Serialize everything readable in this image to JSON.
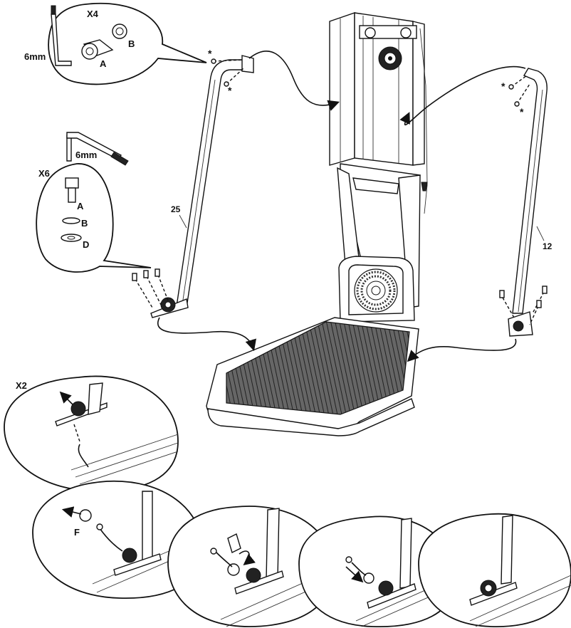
{
  "labels": {
    "top_bubble_qty": "X4",
    "top_bubble_tool": "6mm",
    "top_bubble_part_a": "A",
    "top_bubble_part_b": "B",
    "left_bubble_qty": "X6",
    "left_bubble_tool": "6mm",
    "left_bubble_part_a": "A",
    "left_bubble_part_b": "B",
    "left_bubble_part_d": "D",
    "left_arm_number": "25",
    "right_arm_number": "12",
    "detail_qty": "X2",
    "detail_part_f": "F",
    "asterisk": "*"
  },
  "colors": {
    "line": "#111111",
    "background": "#ffffff",
    "mat": "#444444"
  }
}
